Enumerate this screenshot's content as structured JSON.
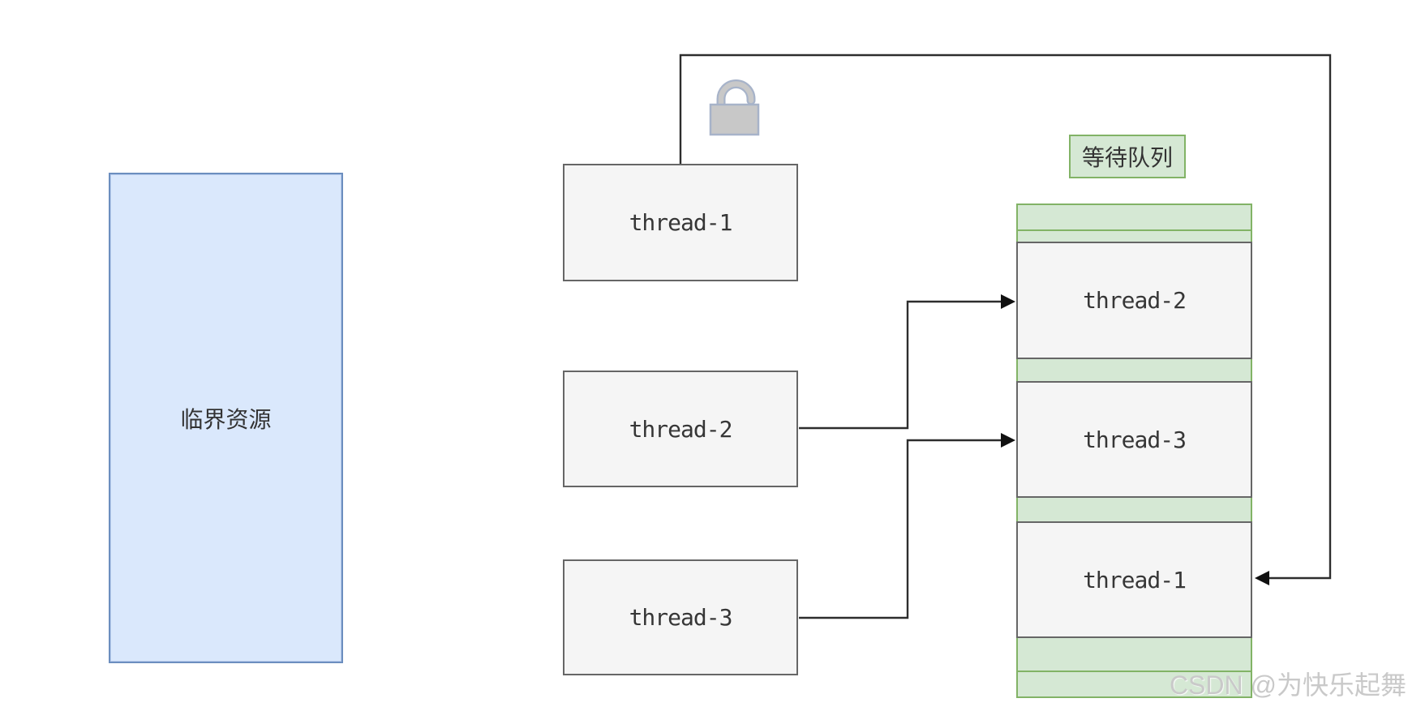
{
  "critical_resource": {
    "label": "临界资源"
  },
  "thread_boxes": [
    {
      "label": "thread-1"
    },
    {
      "label": "thread-2"
    },
    {
      "label": "thread-3"
    }
  ],
  "wait_queue": {
    "title": "等待队列",
    "entries": [
      {
        "label": "thread-2"
      },
      {
        "label": "thread-3"
      },
      {
        "label": "thread-1"
      }
    ]
  },
  "icons": {
    "lock": "unlocked-padlock-icon"
  },
  "watermark": {
    "text": "CSDN @为快乐起舞"
  },
  "colors": {
    "blue_fill": "#dae8fc",
    "blue_stroke": "#6c8ebf",
    "green_fill": "#d5e8d4",
    "green_stroke": "#82b366",
    "gray_fill": "#f5f5f5",
    "gray_stroke": "#666666",
    "connector": "#2d2d2d",
    "lock_fill": "#c8c8c8",
    "lock_stroke": "#a7b3c9",
    "watermark_color": "#c9c9c9"
  }
}
